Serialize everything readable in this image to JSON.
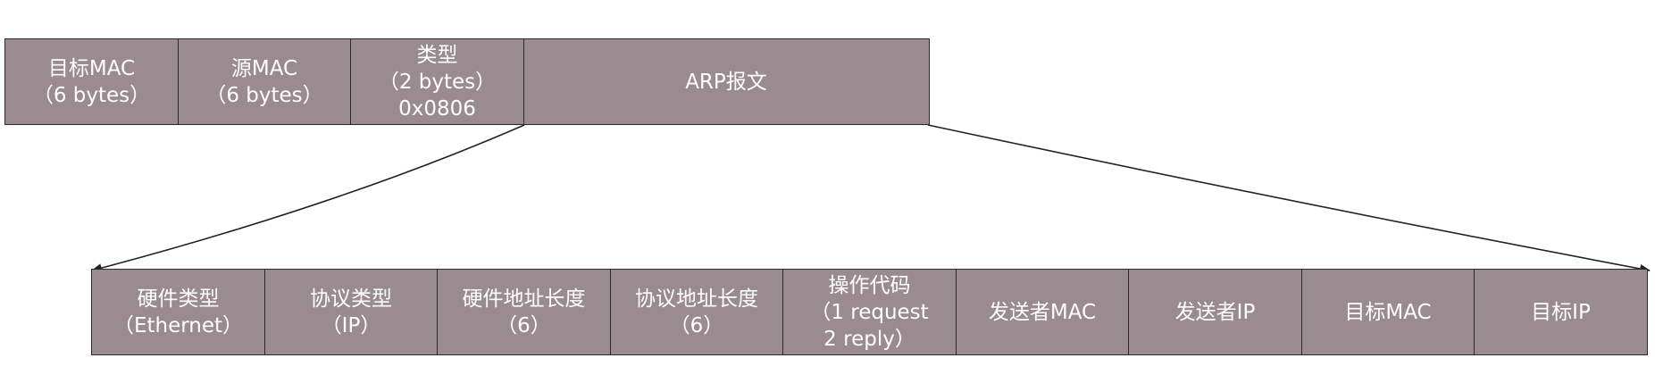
{
  "colors": {
    "cell_fill": "#9a8b90",
    "cell_border": "#2b2b2b",
    "text": "#ffffff",
    "arrow": "#222222"
  },
  "frame": {
    "cells": [
      {
        "lines": [
          "目标MAC",
          "（6 bytes）"
        ]
      },
      {
        "lines": [
          "源MAC",
          "（6 bytes）"
        ]
      },
      {
        "lines": [
          "类型",
          "（2 bytes）",
          "0x0806"
        ]
      },
      {
        "lines": [
          "ARP报文"
        ]
      }
    ]
  },
  "arp": {
    "cells": [
      {
        "lines": [
          "硬件类型",
          "（Ethernet）"
        ]
      },
      {
        "lines": [
          "协议类型",
          "（IP）"
        ]
      },
      {
        "lines": [
          "硬件地址长度",
          "（6）"
        ]
      },
      {
        "lines": [
          "协议地址长度",
          "（6）"
        ]
      },
      {
        "lines": [
          "操作代码",
          "（1 request",
          "2 reply）"
        ]
      },
      {
        "lines": [
          "发送者MAC"
        ]
      },
      {
        "lines": [
          "发送者IP"
        ]
      },
      {
        "lines": [
          "目标MAC"
        ]
      },
      {
        "lines": [
          "目标IP"
        ]
      }
    ]
  }
}
